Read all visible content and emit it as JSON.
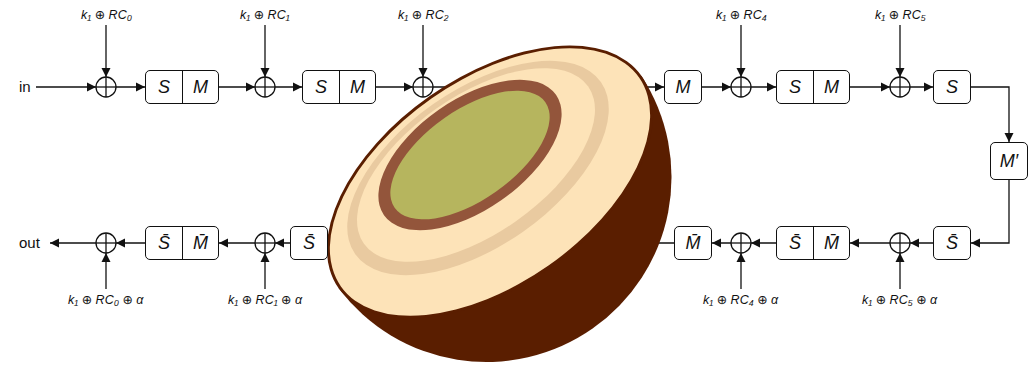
{
  "diagram": {
    "nodes": [
      {
        "text": [
          "S",
          "M"
        ]
      },
      {
        "text": [
          "S",
          "M"
        ]
      },
      {
        "text": [
          "M"
        ]
      },
      {
        "text": [
          "S",
          "M"
        ]
      },
      {
        "text": [
          "S"
        ]
      },
      {
        "text": [
          "M′"
        ]
      },
      {
        "text": [
          "S̄"
        ]
      },
      {
        "text": [
          "S̄",
          "M̄"
        ]
      },
      {
        "text": [
          "M̄"
        ]
      },
      {
        "text": [
          "S̄"
        ]
      },
      {
        "text": [
          "S̄",
          "M̄"
        ]
      }
    ],
    "edges": [
      {
        "from": 0,
        "to": 1,
        "arrow": "to"
      },
      {
        "from": 1,
        "to": 2,
        "arrow": "to"
      },
      {
        "from": 2,
        "to": 3,
        "arrow": "to"
      },
      {
        "from": 3,
        "to": 4,
        "arrow": "to"
      },
      {
        "from": 4,
        "to": 5,
        "arrow": "to"
      },
      {
        "from": 5,
        "to": 6,
        "arrow": "to"
      },
      {
        "from": 6,
        "to": 7,
        "arrow": "to"
      },
      {
        "from": 7,
        "to": 8,
        "arrow": "to"
      },
      {
        "from": 8,
        "to": 9,
        "arrow": "to"
      },
      {
        "from": 9,
        "to": 10,
        "arrow": "to"
      }
    ],
    "labels": [
      "in",
      "k₁ ⊕ RC₀",
      "k₁ ⊕ RC₁",
      "k₁ ⊕ RC₂",
      "k₁ ⊕ RC₄",
      "k₁ ⊕ RC₅",
      "out",
      "k₁ ⊕ RC₀ ⊕ α",
      "k₁ ⊕ RC₁ ⊕ α",
      "k₁ ⊕ RC₄ ⊕ α",
      "k₁ ⊕ RC₅ ⊕ α"
    ]
  }
}
